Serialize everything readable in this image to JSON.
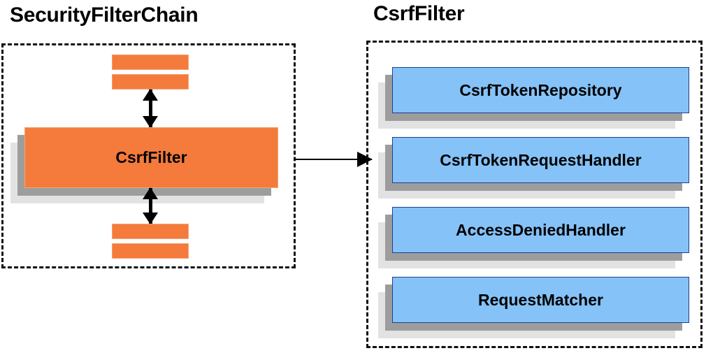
{
  "diagram": {
    "type": "block-diagram",
    "title_left": "SecurityFilterChain",
    "title_right": "CsrfFilter",
    "colors": {
      "orange_fill": "#f47b3c",
      "orange_border": "#f8a074",
      "blue_fill": "#85c2f7",
      "blue_border": "#1c3f94",
      "shadow_dark": "#9d9d9d",
      "shadow_light": "#e2e2e2",
      "panel_border": "#111111",
      "arrow": "#000000",
      "background": "#ffffff"
    }
  },
  "left_panel": {
    "title": "SecurityFilterChain",
    "center_node": {
      "label": "CsrfFilter",
      "fill": "#f47b3c"
    },
    "filter_bars_above": [
      {
        "label": "",
        "index": 1
      },
      {
        "label": "",
        "index": 2
      }
    ],
    "filter_bars_below": [
      {
        "label": "",
        "index": 1
      },
      {
        "label": "",
        "index": 2
      }
    ],
    "arrows": [
      {
        "name": "arrow-up",
        "direction": "bidirectional-vertical"
      },
      {
        "name": "arrow-down",
        "direction": "bidirectional-vertical"
      }
    ]
  },
  "right_panel": {
    "title": "CsrfFilter",
    "collaborators": [
      {
        "label": "CsrfTokenRepository"
      },
      {
        "label": "CsrfTokenRequestHandler"
      },
      {
        "label": "AccessDeniedHandler"
      },
      {
        "label": "RequestMatcher"
      }
    ]
  },
  "connector": {
    "name": "csrffilter-expansion-arrow",
    "direction": "left-to-right",
    "label": ""
  }
}
